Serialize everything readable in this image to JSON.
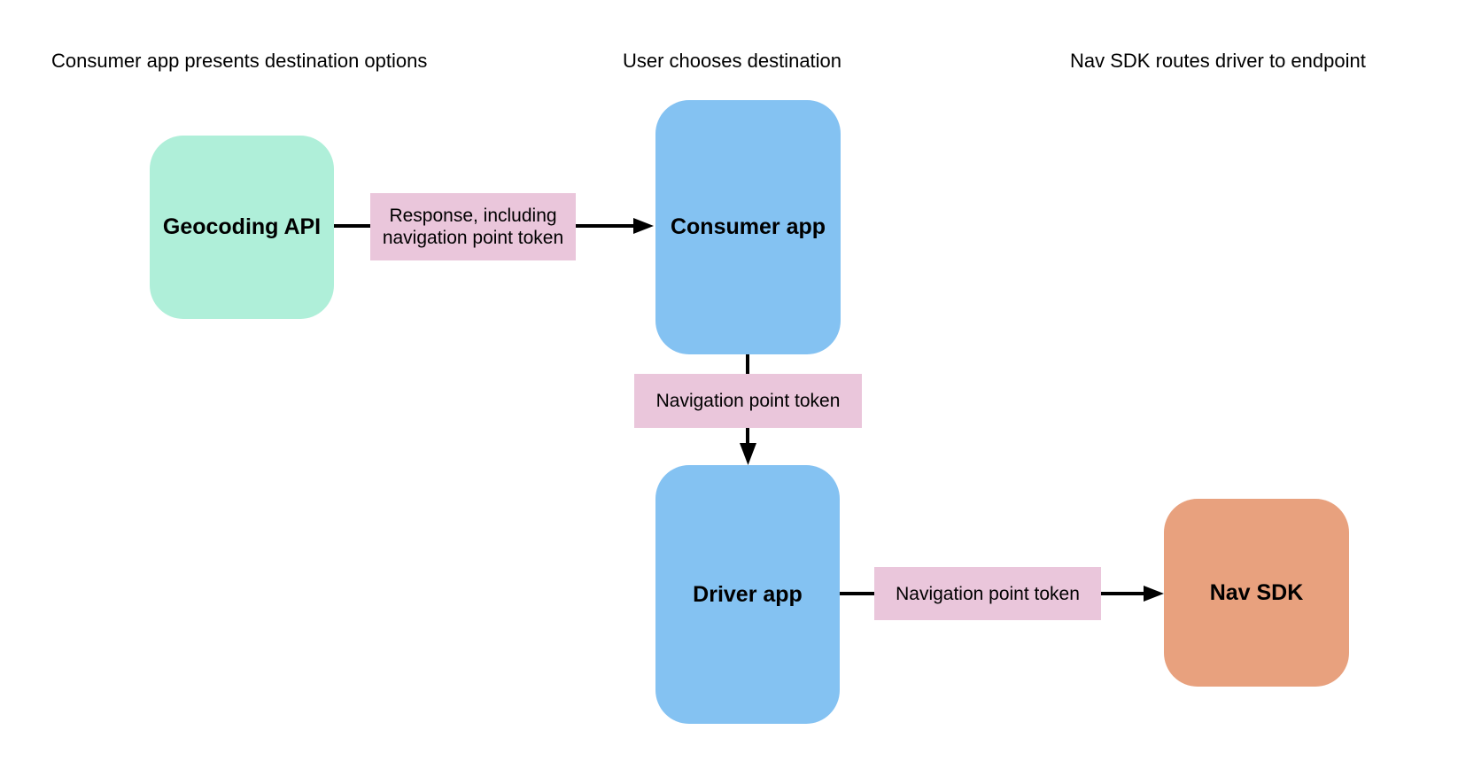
{
  "captions": [
    {
      "text": "Consumer app presents destination options"
    },
    {
      "text": "User chooses destination"
    },
    {
      "text": "Nav SDK routes driver to endpoint"
    }
  ],
  "nodes": [
    {
      "id": "geocoding-api",
      "label": "Geocoding API",
      "color": "#AFEFD9"
    },
    {
      "id": "consumer-app",
      "label": "Consumer app",
      "color": "#84C2F2"
    },
    {
      "id": "driver-app",
      "label": "Driver app",
      "color": "#84C2F2"
    },
    {
      "id": "nav-sdk",
      "label": "Nav SDK",
      "color": "#E8A17E"
    }
  ],
  "edges": [
    {
      "from": "geocoding-api",
      "to": "consumer-app",
      "label": "Response, including navigation point token"
    },
    {
      "from": "consumer-app",
      "to": "driver-app",
      "label": "Navigation point token"
    },
    {
      "from": "driver-app",
      "to": "nav-sdk",
      "label": "Navigation point token"
    }
  ],
  "colors": {
    "background": "#FFFFFF",
    "edge_label_bg": "#EAC6DB",
    "arrow": "#000000",
    "text": "#000000"
  }
}
